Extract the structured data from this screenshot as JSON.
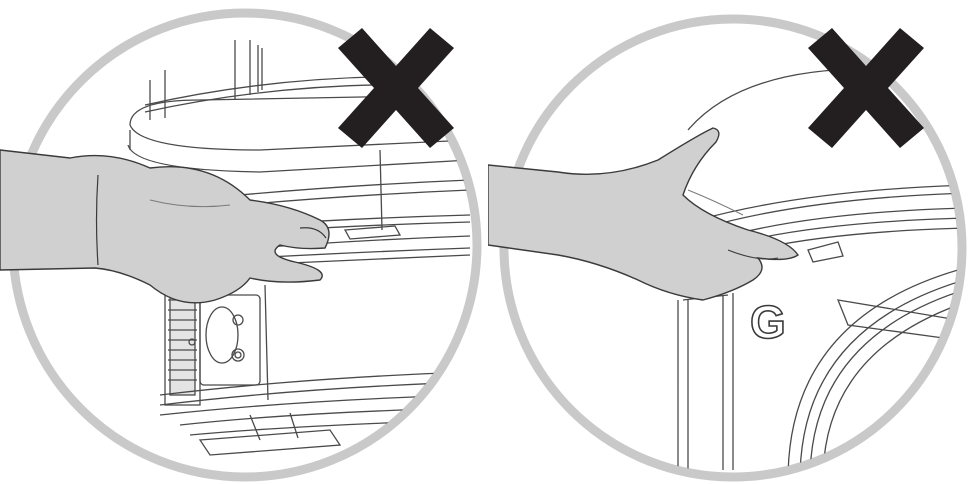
{
  "figure": {
    "panels": [
      {
        "id": "left",
        "verdict": "incorrect",
        "mark": "x-mark",
        "mark_color": "#231f20",
        "ring_color": "#c9c9c9",
        "hand_color": "#d0d0d0"
      },
      {
        "id": "right",
        "verdict": "incorrect",
        "mark": "x-mark",
        "mark_color": "#231f20",
        "ring_color": "#c9c9c9",
        "hand_color": "#d0d0d0",
        "logo_letter": "G"
      }
    ]
  }
}
